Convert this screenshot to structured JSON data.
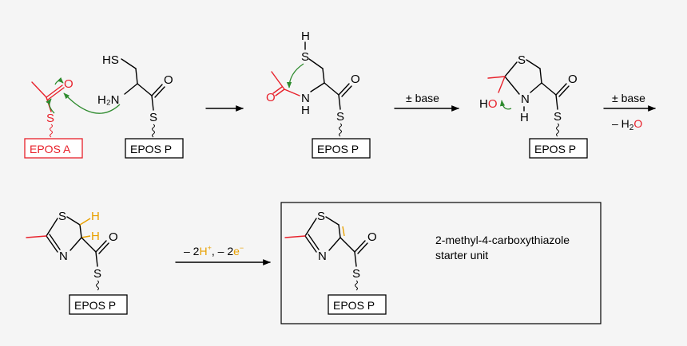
{
  "domains": "EPOS",
  "domain_labels": {
    "epos_a": "EPOS A",
    "epos_p": "EPOS P"
  },
  "atoms": {
    "S": "S",
    "O": "O",
    "N": "N",
    "H": "H",
    "HS": "HS",
    "H2N": "H₂N",
    "HO": "HO"
  },
  "reagents": {
    "step2": "± base",
    "step3_top": "± base",
    "step3_bottom_prefix": "– H",
    "step3_bottom_sub": "2",
    "step3_bottom_o": "O",
    "step4_prefix": "– 2",
    "step4_h": "H",
    "step4_hsup": "+",
    "step4_mid": ", – 2",
    "step4_e": "e",
    "step4_esup": "−"
  },
  "product_caption": {
    "line1": "2-methyl-4-carboxythiazole",
    "line2": "starter unit"
  },
  "colors": {
    "black": "#000000",
    "red": "#e8202a",
    "orange": "#e8a000",
    "green": "#2e8b2e"
  }
}
